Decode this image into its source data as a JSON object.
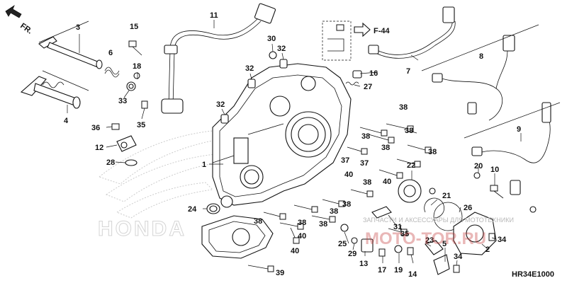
{
  "direction": {
    "label": "FR."
  },
  "reference": {
    "label": "F-44"
  },
  "diagram_code": "HR34E1000",
  "watermark": {
    "brand": "HONDA",
    "shop_text": "ЗАПЧАСТИ И АКСЕССУАРЫ ДЛЯ МОТОТЕХНИКИ",
    "shop_logo_a": "MOTO",
    "shop_logo_b": "-TOR",
    "shop_logo_c": ".RU"
  },
  "callouts": [
    {
      "id": "c1",
      "text": "1"
    },
    {
      "id": "c2",
      "text": "2"
    },
    {
      "id": "c3",
      "text": "3"
    },
    {
      "id": "c4",
      "text": "4"
    },
    {
      "id": "c5",
      "text": "5"
    },
    {
      "id": "c6",
      "text": "6"
    },
    {
      "id": "c7",
      "text": "7"
    },
    {
      "id": "c8",
      "text": "8"
    },
    {
      "id": "c9",
      "text": "9"
    },
    {
      "id": "c10",
      "text": "10"
    },
    {
      "id": "c11",
      "text": "11"
    },
    {
      "id": "c12",
      "text": "12"
    },
    {
      "id": "c13",
      "text": "13"
    },
    {
      "id": "c14",
      "text": "14"
    },
    {
      "id": "c15",
      "text": "15"
    },
    {
      "id": "c16",
      "text": "16"
    },
    {
      "id": "c17",
      "text": "17"
    },
    {
      "id": "c18",
      "text": "18"
    },
    {
      "id": "c19",
      "text": "19"
    },
    {
      "id": "c20",
      "text": "20"
    },
    {
      "id": "c21",
      "text": "21"
    },
    {
      "id": "c22",
      "text": "22"
    },
    {
      "id": "c23",
      "text": "23"
    },
    {
      "id": "c24",
      "text": "24"
    },
    {
      "id": "c25",
      "text": "25"
    },
    {
      "id": "c26",
      "text": "26"
    },
    {
      "id": "c27",
      "text": "27"
    },
    {
      "id": "c28",
      "text": "28"
    },
    {
      "id": "c29",
      "text": "29"
    },
    {
      "id": "c30",
      "text": "30"
    },
    {
      "id": "c31",
      "text": "31"
    },
    {
      "id": "c32a",
      "text": "32"
    },
    {
      "id": "c32b",
      "text": "32"
    },
    {
      "id": "c32c",
      "text": "32"
    },
    {
      "id": "c33",
      "text": "33"
    },
    {
      "id": "c34a",
      "text": "34"
    },
    {
      "id": "c34b",
      "text": "34"
    },
    {
      "id": "c35a",
      "text": "35"
    },
    {
      "id": "c35b",
      "text": "35"
    },
    {
      "id": "c36",
      "text": "36"
    },
    {
      "id": "c37a",
      "text": "37"
    },
    {
      "id": "c37b",
      "text": "37"
    },
    {
      "id": "c38a",
      "text": "38"
    },
    {
      "id": "c38b",
      "text": "38"
    },
    {
      "id": "c38c",
      "text": "38"
    },
    {
      "id": "c38d",
      "text": "38"
    },
    {
      "id": "c38e",
      "text": "38"
    },
    {
      "id": "c38f",
      "text": "38"
    },
    {
      "id": "c38g",
      "text": "38"
    },
    {
      "id": "c38h",
      "text": "38"
    },
    {
      "id": "c38i",
      "text": "38"
    },
    {
      "id": "c38j",
      "text": "38"
    },
    {
      "id": "c38k",
      "text": "38"
    },
    {
      "id": "c39",
      "text": "39"
    },
    {
      "id": "c40a",
      "text": "40"
    },
    {
      "id": "c40b",
      "text": "40"
    },
    {
      "id": "c40c",
      "text": "40"
    },
    {
      "id": "c40d",
      "text": "40"
    }
  ]
}
